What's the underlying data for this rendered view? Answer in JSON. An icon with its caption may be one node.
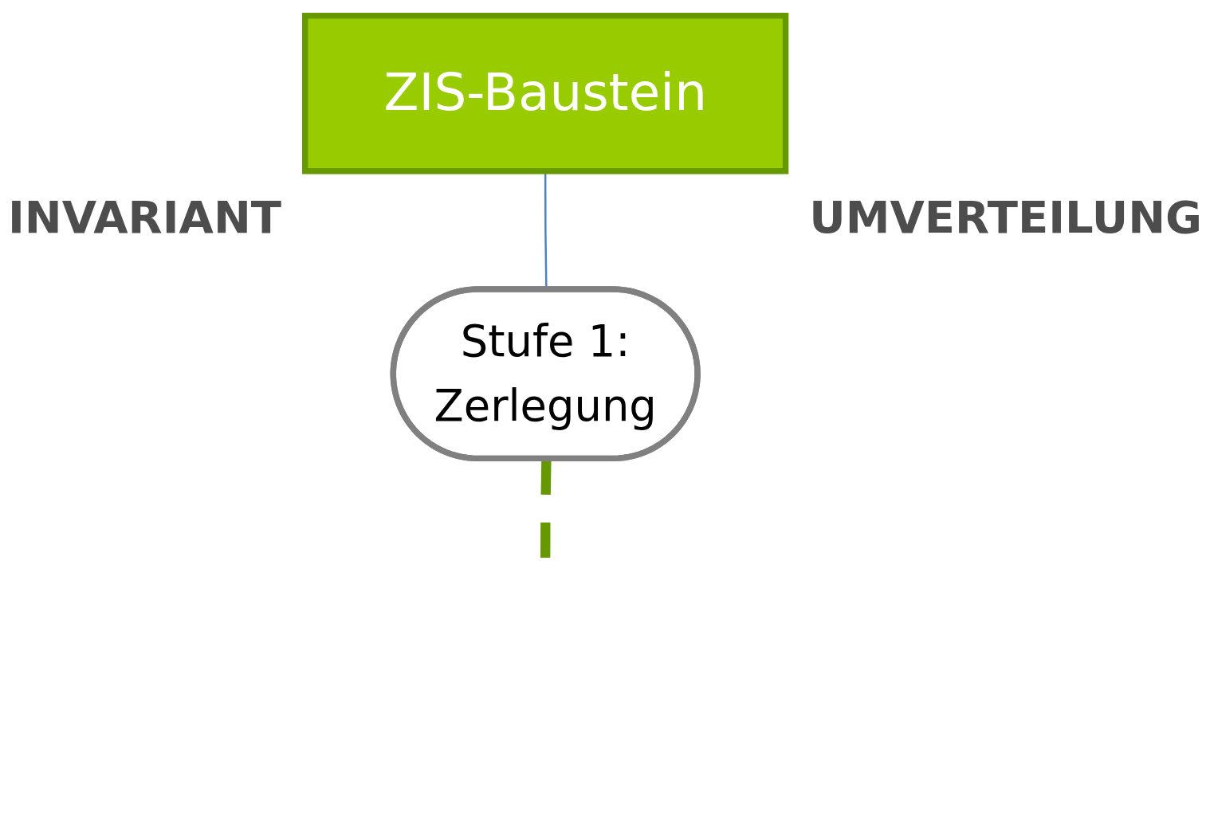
{
  "diagram": {
    "nodes": [
      {
        "text": [
          "ZIS-Baustein"
        ]
      },
      {
        "text": [
          "Stufe 1:",
          "Zerlegung"
        ]
      }
    ],
    "edges": [
      {
        "from": 0,
        "to": 1,
        "arrow": "none",
        "color": "#4f81bd"
      },
      {
        "from": 1,
        "to": null,
        "arrow": "none",
        "style": "dashed",
        "color": "#669900"
      }
    ],
    "labels": [
      "INVARIANT",
      "UMVERTEILUNG"
    ]
  }
}
